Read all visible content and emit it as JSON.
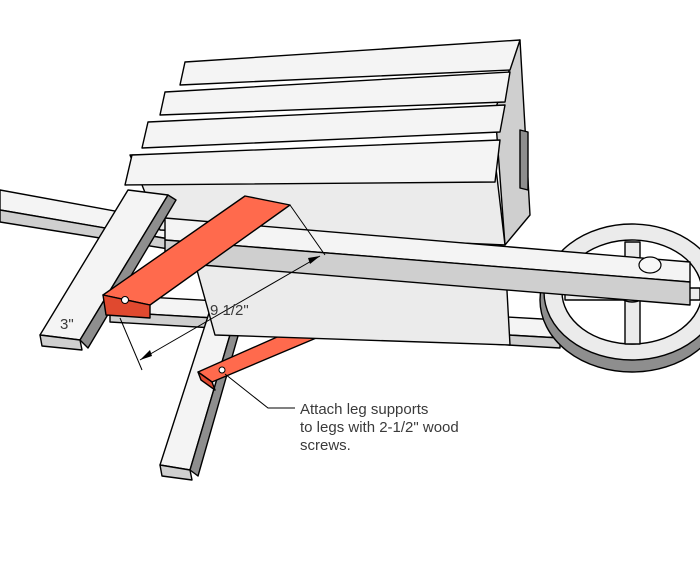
{
  "labels": {
    "dim_leg_width": "3\"",
    "dim_support_spacing": "9 1/2\"",
    "note": [
      "Attach leg supports",
      "to legs with 2-1/2\" wood",
      "screws."
    ]
  },
  "colors": {
    "highlight": "#ff6a4d",
    "wood": "#ebebeb",
    "outline": "#000000"
  }
}
